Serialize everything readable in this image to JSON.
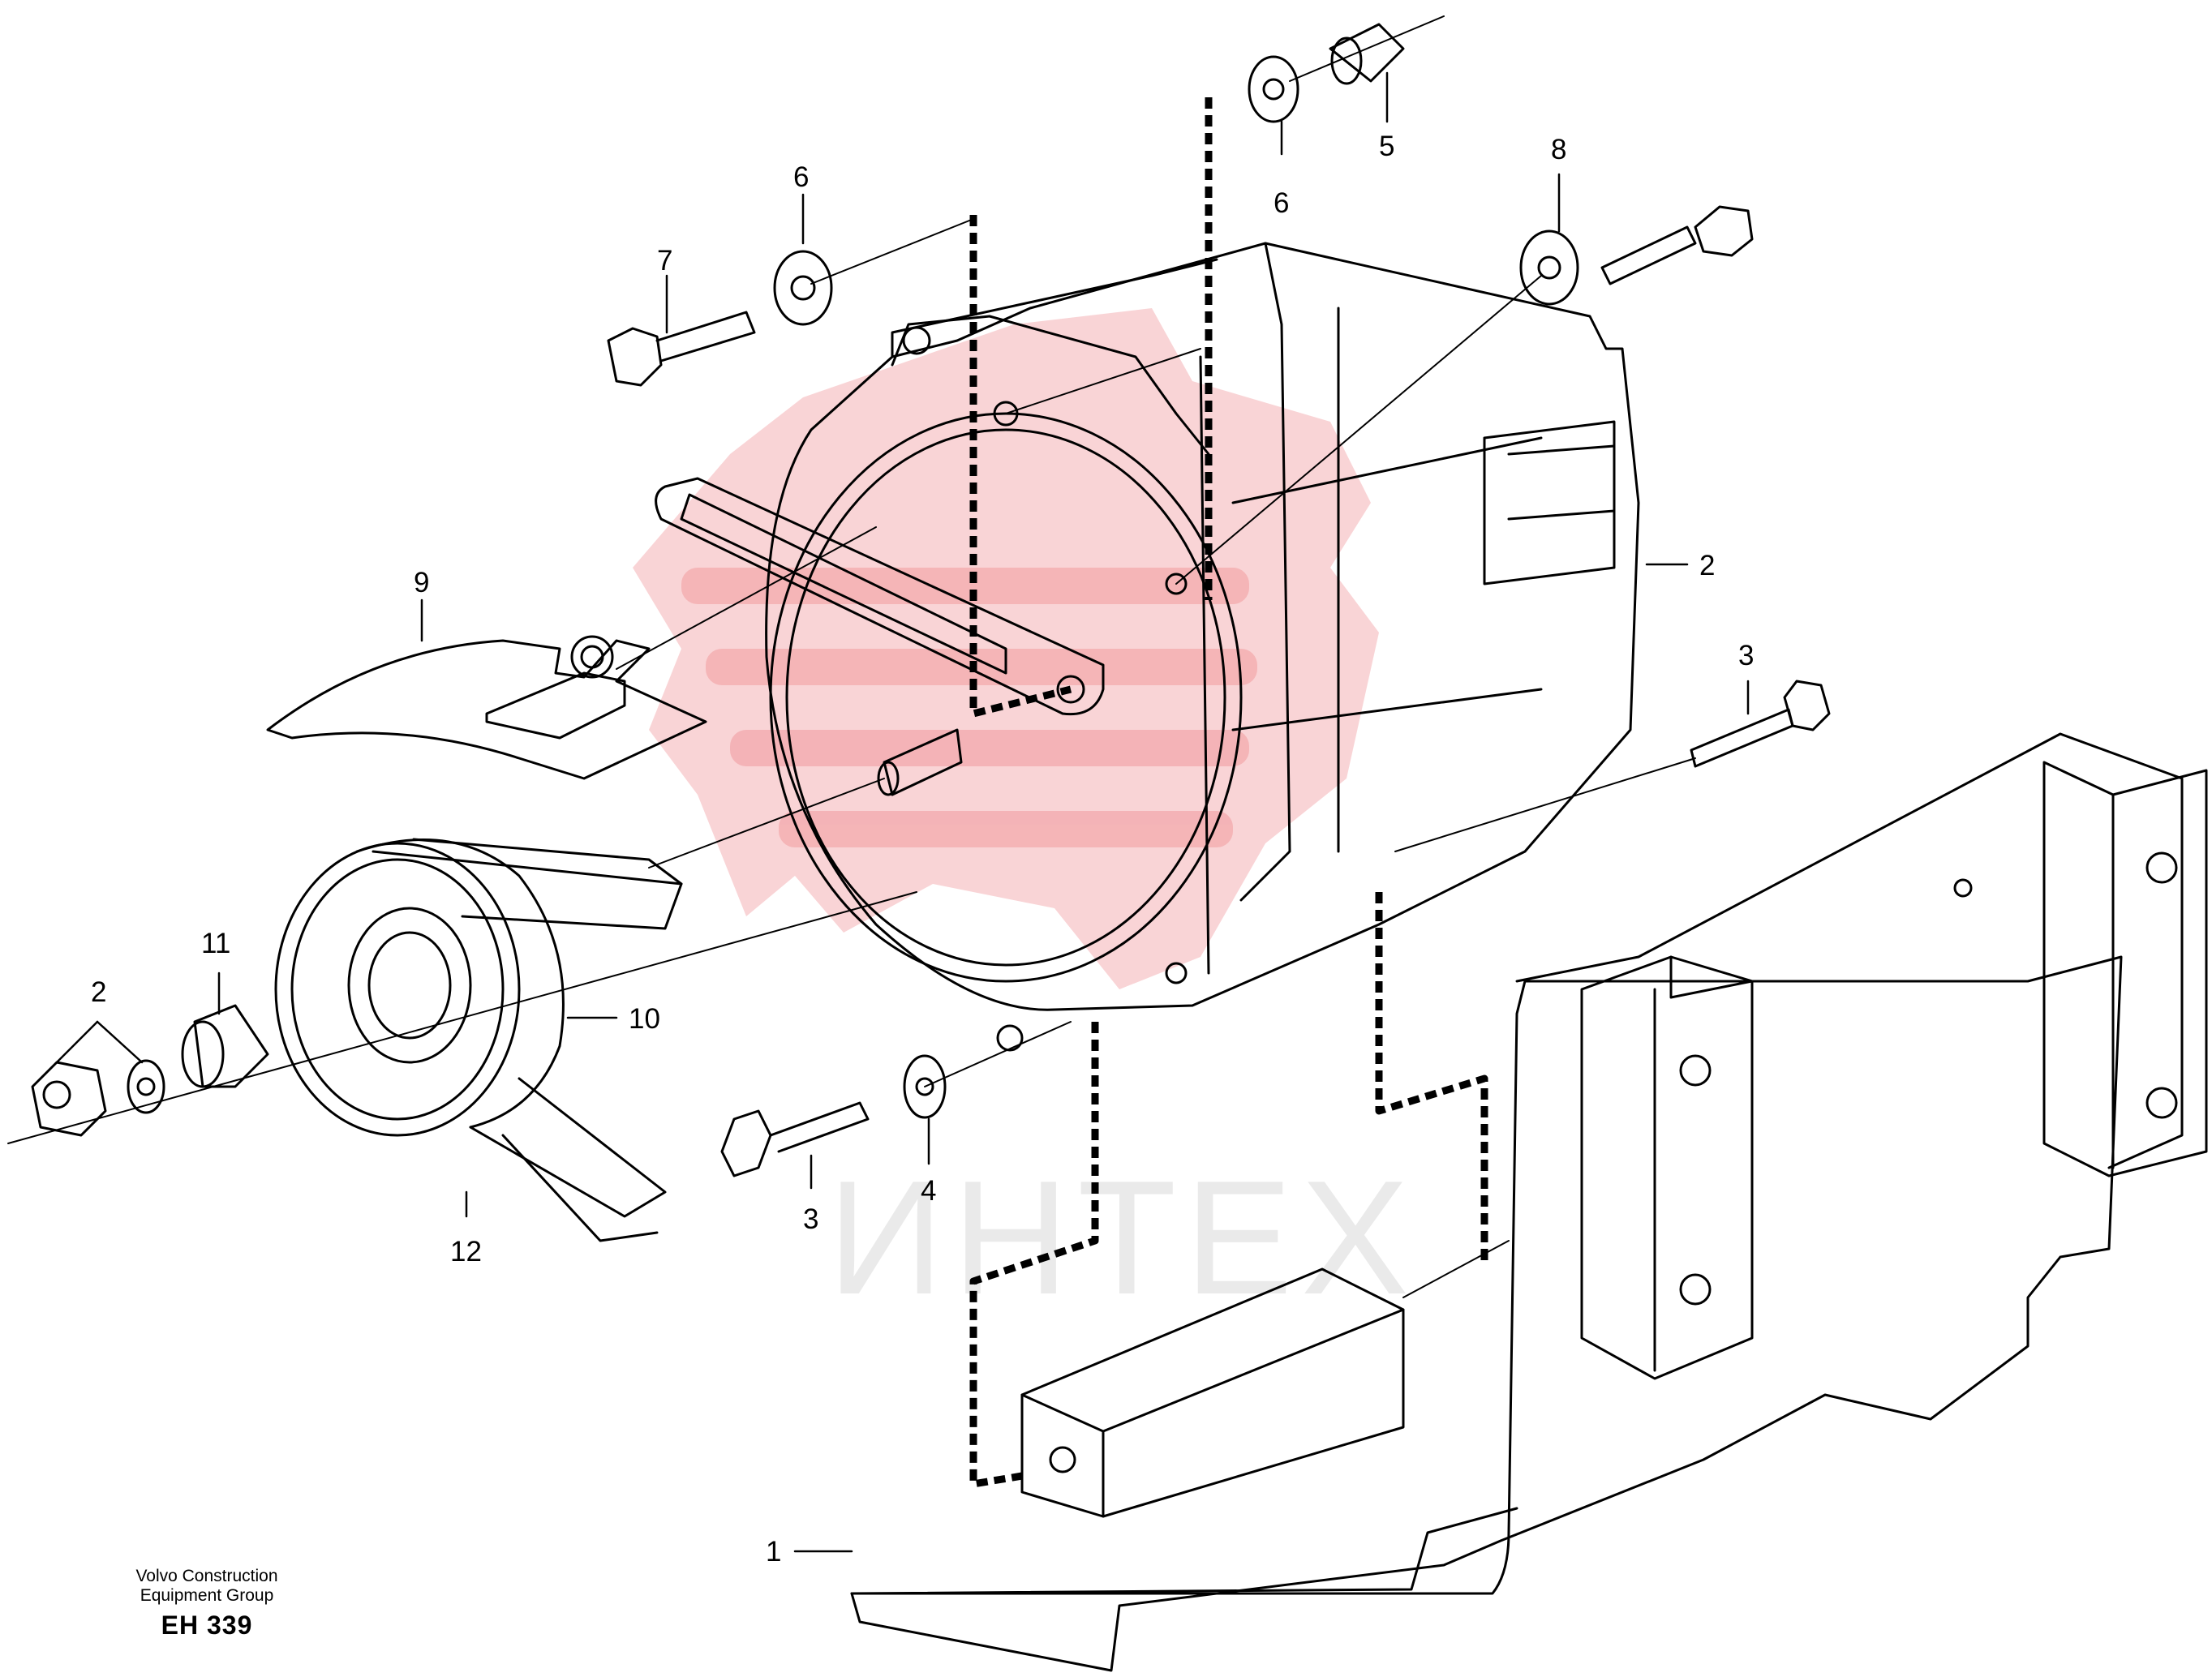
{
  "diagram": {
    "part_labels": {
      "base_plate": "1",
      "alternator": "2",
      "nut_washer": "2",
      "screw_lower_front": "3",
      "screw_lower_rear": "3",
      "spacer_lower": "4",
      "spacer_top": "5",
      "washer_top": "6",
      "washer_front": "6",
      "screw_front_top": "7",
      "screw_rear_top": "8",
      "shield": "9",
      "pulley": "10",
      "spacer_pulley": "11",
      "v_belt": "12"
    },
    "watermark_text": "ИНТЕХ"
  },
  "footer": {
    "line1": "Volvo Construction",
    "line2": "Equipment Group",
    "code": "EH 339"
  },
  "colors": {
    "line": "#000000",
    "watermark": "#e0101a"
  }
}
